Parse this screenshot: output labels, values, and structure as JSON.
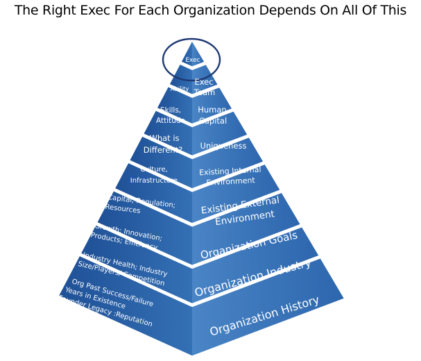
{
  "title": "The Right Exec For Each Organization Depends On All Of This",
  "colors": {
    "left_face": "#2b62a8",
    "right_face": "#3a75b9",
    "highlight_ring": "#1f3a73"
  },
  "tiers": [
    {
      "right": [
        "Exec"
      ],
      "left": []
    },
    {
      "right": [
        "Exec",
        "Team"
      ],
      "left": [
        "Ability"
      ]
    },
    {
      "right": [
        "Human",
        "Capital"
      ],
      "left": [
        "Skills,",
        "Attitude"
      ]
    },
    {
      "right": [
        "Uniqueness"
      ],
      "left": [
        "What is",
        "Different?"
      ]
    },
    {
      "right": [
        "Existing Internal",
        "Environment"
      ],
      "left": [
        "Culture,",
        "Infrastructure"
      ]
    },
    {
      "right": [
        "Existing External",
        "Environment"
      ],
      "left": [
        "Capital; Regulation;",
        "Resources"
      ]
    },
    {
      "right": [
        "Organization Goals"
      ],
      "left": [
        "Growth; Innovation;",
        "Products; Efficiency"
      ]
    },
    {
      "right": [
        "Organization Industry"
      ],
      "left": [
        "Industry Health; Industry",
        "Size/Players/ Competition"
      ]
    },
    {
      "right": [
        "Organization History"
      ],
      "left": [
        "Org Past Success/Failure",
        "Years in Existence",
        "Founder Legacy :Reputation"
      ]
    }
  ]
}
